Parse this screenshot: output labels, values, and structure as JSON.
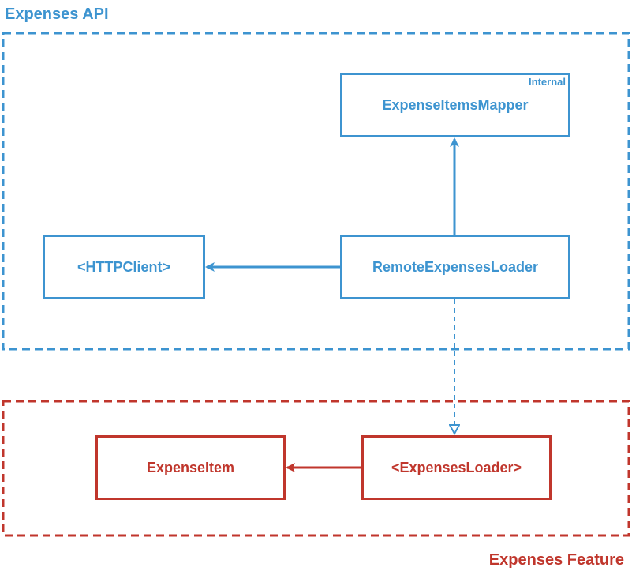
{
  "colors": {
    "api": "#3d94d0",
    "feature": "#c0362c"
  },
  "modules": {
    "api": {
      "label": "Expenses API"
    },
    "feature": {
      "label": "Expenses Feature"
    }
  },
  "nodes": {
    "mapper": {
      "label": "ExpenseItemsMapper",
      "badge": "Internal"
    },
    "http_client": {
      "label": "<HTTPClient>"
    },
    "remote_loader": {
      "label": "RemoteExpensesLoader"
    },
    "expense_item": {
      "label": "ExpenseItem"
    },
    "expenses_loader": {
      "label": "<ExpensesLoader>"
    }
  }
}
